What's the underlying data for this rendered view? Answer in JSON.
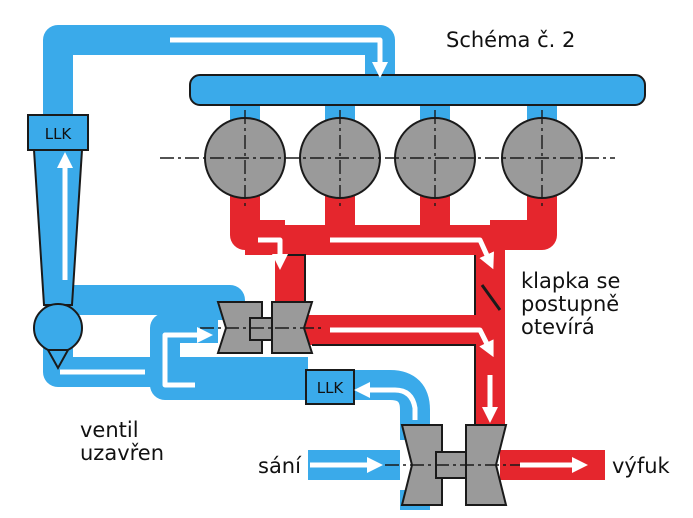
{
  "title": "Schéma č. 2",
  "labels": {
    "llk_upper": "LLK",
    "llk_lower": "LLK",
    "flap_line1": "klapka se",
    "flap_line2": "postupně",
    "flap_line3": "otevírá",
    "valve_line1": "ventil",
    "valve_line2": "uzavřen",
    "intake": "sání",
    "exhaust": "výfuk"
  },
  "colors": {
    "intake_air": "#3aaaea",
    "exhaust_gas": "#e5262d",
    "components": "#9a9a9a",
    "outline": "#1a1a1a",
    "flow_arrow": "#ffffff"
  },
  "cylinders": [
    {
      "id": 1
    },
    {
      "id": 2
    },
    {
      "id": 3
    },
    {
      "id": 4
    }
  ]
}
